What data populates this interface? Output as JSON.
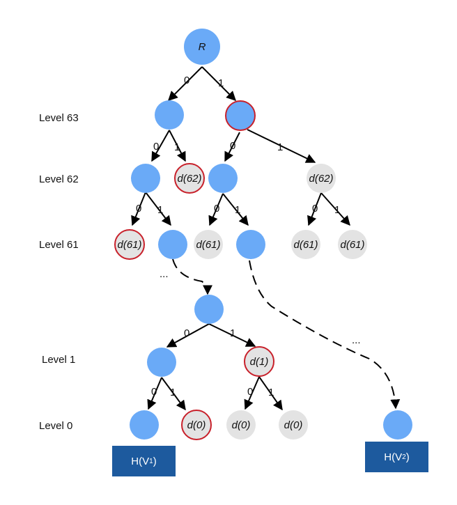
{
  "levels": {
    "l63": "Level 63",
    "l62": "Level 62",
    "l61": "Level 61",
    "l1": "Level 1",
    "l0": "Level 0"
  },
  "root_label": "R",
  "node_labels": {
    "d62": "d(62)",
    "d61": "d(61)",
    "d1": "d(1)",
    "d0": "d(0)"
  },
  "bit_labels": {
    "zero": "0",
    "one": "1"
  },
  "ellipsis": "...",
  "hash_boxes": [
    {
      "prefix": "H(V",
      "sub": "1",
      "suffix": ")"
    },
    {
      "prefix": "H(V",
      "sub": "2",
      "suffix": ")"
    }
  ],
  "colors": {
    "blue_node": "#6aaaf7",
    "gray_node": "#e3e3e3",
    "red_border": "#c8202a",
    "hash_box": "#1d5a9e"
  }
}
